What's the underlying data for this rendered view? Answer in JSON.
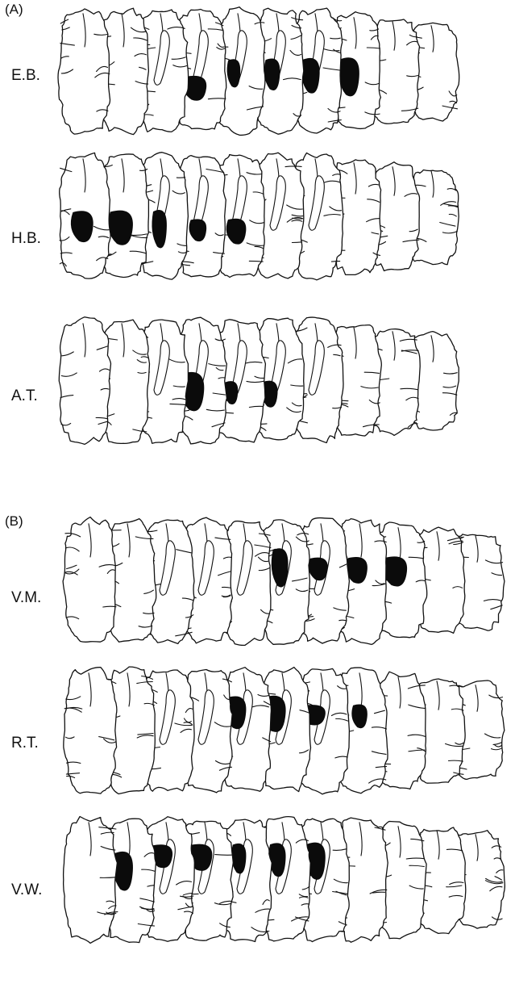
{
  "panels": [
    {
      "label": "(A)",
      "rows": [
        {
          "patient": "E.B.",
          "lesions": [
            3,
            4,
            5,
            6,
            7
          ]
        },
        {
          "patient": "H.B.",
          "lesions": [
            0,
            1,
            2,
            3,
            4
          ]
        },
        {
          "patient": "A.T.",
          "lesions": [
            3,
            4,
            5
          ]
        }
      ]
    },
    {
      "label": "(B)",
      "rows": [
        {
          "patient": "V.M.",
          "lesions": [
            5,
            6,
            7,
            8
          ]
        },
        {
          "patient": "R.T.",
          "lesions": [
            4,
            5,
            6,
            7
          ]
        },
        {
          "patient": "V.W.",
          "lesions": [
            1,
            2,
            3,
            4,
            5,
            6
          ]
        }
      ]
    }
  ],
  "colors": {
    "outline": "#111111",
    "lesion": "#0b0b0b",
    "background": "#ffffff"
  }
}
